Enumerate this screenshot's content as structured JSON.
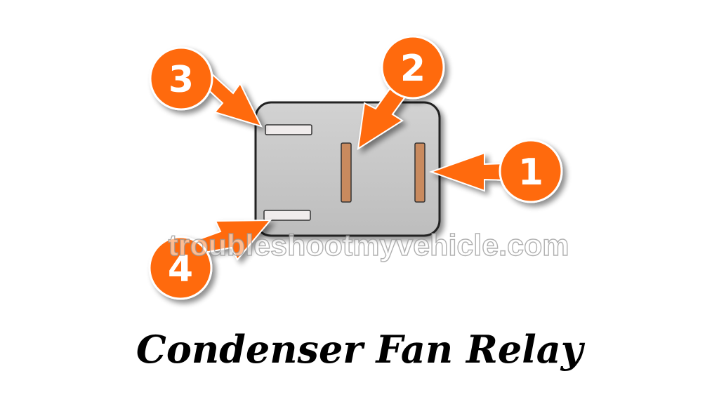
{
  "diagram": {
    "title": "Condenser Fan Relay",
    "watermark": "troubleshootmyvehicle.com",
    "callouts": [
      {
        "id": "1",
        "label": "1"
      },
      {
        "id": "2",
        "label": "2"
      },
      {
        "id": "3",
        "label": "3"
      },
      {
        "id": "4",
        "label": "4"
      }
    ]
  },
  "colors": {
    "callout": "#ff6a0d",
    "relay_body": "#c8c8c8",
    "relay_outline": "#222222",
    "terminal_copper": "#c98a5e",
    "terminal_plain": "#eeeeee"
  }
}
